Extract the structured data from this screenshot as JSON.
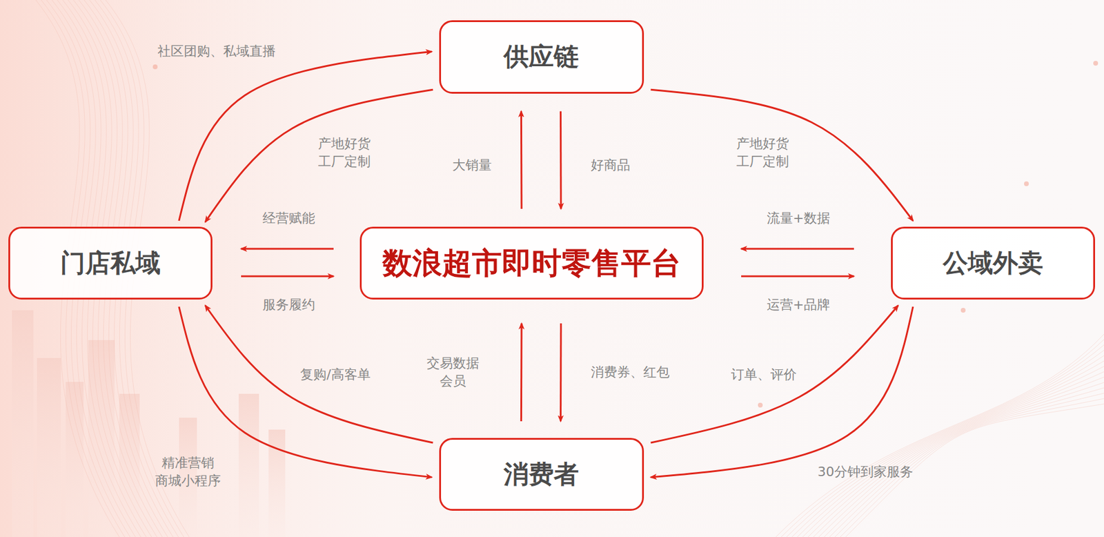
{
  "diagram": {
    "nodes": [
      {
        "text": [
          "供应链"
        ]
      },
      {
        "text": [
          "门店私域"
        ]
      },
      {
        "text": [
          "数浪超市即时零售平台"
        ]
      },
      {
        "text": [
          "公域外卖"
        ]
      },
      {
        "text": [
          "消费者"
        ]
      }
    ],
    "edges": [
      {
        "from": 1,
        "to": 0,
        "label": "社区团购、私域直播",
        "arrow": "to"
      },
      {
        "from": 0,
        "to": 1,
        "label": "产地好货 工厂定制",
        "arrow": "to"
      },
      {
        "from": 2,
        "to": 0,
        "label": "大销量",
        "arrow": "to"
      },
      {
        "from": 0,
        "to": 2,
        "label": "好商品",
        "arrow": "to"
      },
      {
        "from": 0,
        "to": 3,
        "label": "产地好货 工厂定制",
        "arrow": "to"
      },
      {
        "from": 2,
        "to": 1,
        "label": "经营赋能",
        "arrow": "to"
      },
      {
        "from": 1,
        "to": 2,
        "label": "服务履约",
        "arrow": "to"
      },
      {
        "from": 3,
        "to": 2,
        "label": "流量+数据",
        "arrow": "to"
      },
      {
        "from": 2,
        "to": 3,
        "label": "运营+品牌",
        "arrow": "to"
      },
      {
        "from": 4,
        "to": 1,
        "label": "复购/高客单",
        "arrow": "to"
      },
      {
        "from": 1,
        "to": 4,
        "label": "精准营销 商城小程序",
        "arrow": "to"
      },
      {
        "from": 4,
        "to": 2,
        "label": "交易数据 会员",
        "arrow": "to"
      },
      {
        "from": 2,
        "to": 4,
        "label": "消费券、红包",
        "arrow": "to"
      },
      {
        "from": 4,
        "to": 3,
        "label": "订单、评价",
        "arrow": "to"
      },
      {
        "from": 3,
        "to": 4,
        "label": "30分钟到家服务",
        "arrow": "to"
      }
    ]
  }
}
